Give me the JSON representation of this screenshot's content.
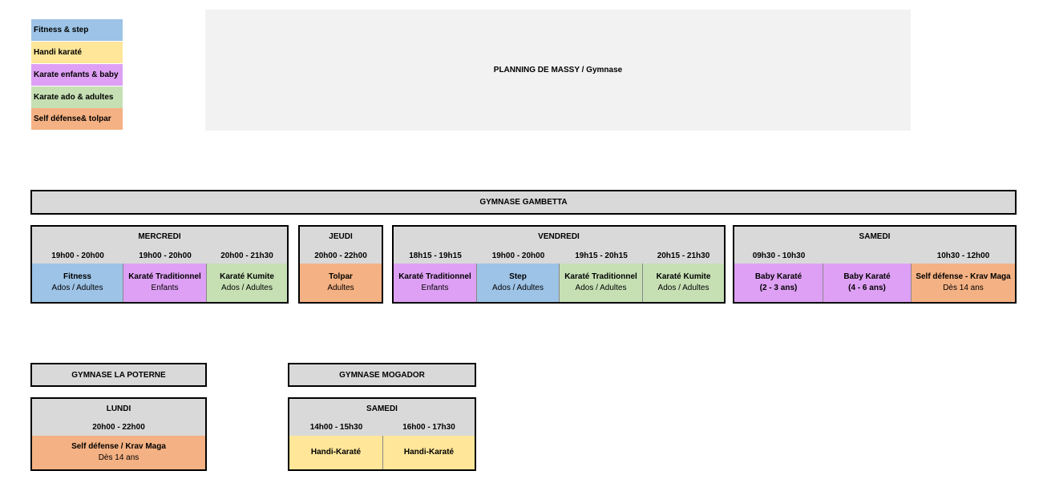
{
  "colors": {
    "fitness": "#9dc3e6",
    "handi": "#ffe699",
    "enfants": "#dea0f4",
    "ado": "#c6e0b4",
    "self": "#f4b183",
    "header_grey": "#d9d9d9",
    "title_bg": "#f2f2f2"
  },
  "legend": [
    {
      "label": "Fitness & step",
      "color": "#9dc3e6"
    },
    {
      "label": "Handi karaté",
      "color": "#ffe699"
    },
    {
      "label": "Karate enfants & baby",
      "color": "#dea0f4"
    },
    {
      "label": "Karate ado & adultes",
      "color": "#c6e0b4"
    },
    {
      "label": "Self défense& tolpar",
      "color": "#f4b183"
    }
  ],
  "title": "PLANNING DE MASSY / Gymnase",
  "gambetta": {
    "title": "GYMNASE GAMBETTA",
    "mercredi": {
      "day": "MERCREDI",
      "slots": [
        {
          "time": "19h00 - 20h00",
          "name": "Fitness",
          "sub": "Ados / Adultes"
        },
        {
          "time": "19h00 - 20h00",
          "name": "Karaté Traditionnel",
          "sub": "Enfants"
        },
        {
          "time": "20h00 - 21h30",
          "name": "Karaté Kumite",
          "sub": "Ados / Adultes"
        }
      ]
    },
    "jeudi": {
      "day": "JEUDI",
      "slots": [
        {
          "time": "20h00 - 22h00",
          "name": "Tolpar",
          "sub": "Adultes"
        }
      ]
    },
    "vendredi": {
      "day": "VENDREDI",
      "slots": [
        {
          "time": "18h15 - 19h15",
          "name": "Karaté Traditionnel",
          "sub": "Enfants"
        },
        {
          "time": "19h00 - 20h00",
          "name": "Step",
          "sub": "Ados / Adultes"
        },
        {
          "time": "19h15 - 20h15",
          "name": "Karaté Traditionnel",
          "sub": "Ados / Adultes"
        },
        {
          "time": "20h15 - 21h30",
          "name": "Karaté Kumite",
          "sub": "Ados / Adultes"
        }
      ]
    },
    "samedi": {
      "day": "SAMEDI",
      "slots": [
        {
          "time": "09h30 - 10h30",
          "name": "Baby Karaté",
          "sub": "(2 - 3 ans)"
        },
        {
          "time": "",
          "name": "Baby Karaté",
          "sub": "(4 - 6 ans)"
        },
        {
          "time": "10h30 - 12h00",
          "name": "Self défense - Krav Maga",
          "sub": "Dès 14 ans"
        }
      ]
    }
  },
  "poterne": {
    "title": "GYMNASE LA POTERNE",
    "lundi": {
      "day": "LUNDI",
      "slots": [
        {
          "time": "20h00 - 22h00",
          "name": "Self défense / Krav Maga",
          "sub": "Dès 14 ans"
        }
      ]
    }
  },
  "mogador": {
    "title": "GYMNASE MOGADOR",
    "samedi": {
      "day": "SAMEDI",
      "slots": [
        {
          "time": "14h00 - 15h30",
          "name": "Handi-Karaté",
          "sub": ""
        },
        {
          "time": "16h00 - 17h30",
          "name": "Handi-Karaté",
          "sub": ""
        }
      ]
    }
  }
}
